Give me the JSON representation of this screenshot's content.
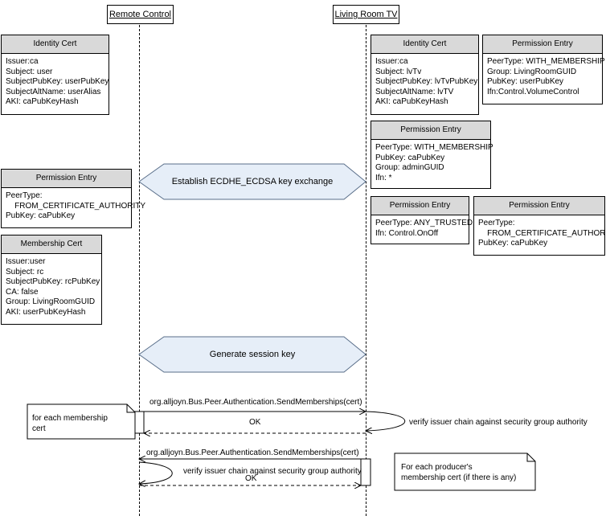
{
  "actors": {
    "remote": "Remote Control",
    "tv": "Living Room TV"
  },
  "cards": [
    {
      "id": "rc-identity",
      "title": "Identity Cert",
      "lines": [
        "Issuer:ca",
        "Subject: user",
        "SubjectPubKey: userPubKey",
        "SubjectAltName: userAlias",
        "AKI: caPubKeyHash"
      ]
    },
    {
      "id": "rc-permission",
      "title": "Permission Entry",
      "lines": [
        "PeerType:",
        "    FROM_CERTIFICATE_AUTHORITY",
        "PubKey: caPubKey"
      ]
    },
    {
      "id": "rc-membership",
      "title": "Membership Cert",
      "lines": [
        "Issuer:user",
        "Subject: rc",
        "SubjectPubKey: rcPubKey",
        "CA: false",
        "Group: LivingRoomGUID",
        "AKI: userPubKeyHash"
      ]
    },
    {
      "id": "tv-identity",
      "title": "Identity Cert",
      "lines": [
        "Issuer:ca",
        "Subject: lvTv",
        "SubjectPubKey: lvTvPubKey",
        "SubjectAltName: lvTV",
        "AKI: caPubKeyHash"
      ]
    },
    {
      "id": "tv-perm-membership-user",
      "title": "Permission Entry",
      "lines": [
        "PeerType: WITH_MEMBERSHIP",
        "Group: LivingRoomGUID",
        "PubKey: userPubKey",
        "Ifn:Control.VolumeControl"
      ]
    },
    {
      "id": "tv-perm-membership-admin",
      "title": "Permission Entry",
      "lines": [
        "PeerType: WITH_MEMBERSHIP",
        "PubKey: caPubKey",
        "Group: adminGUID",
        "Ifn: *"
      ]
    },
    {
      "id": "tv-perm-any",
      "title": "Permission Entry",
      "lines": [
        "PeerType: ANY_TRUSTED",
        "Ifn: Control.OnOff"
      ]
    },
    {
      "id": "tv-perm-ca",
      "title": "Permission Entry",
      "lines": [
        "PeerType:",
        "    FROM_CERTIFICATE_AUTHORITY",
        "PubKey: caPubKey"
      ]
    }
  ],
  "banners": {
    "key_exchange": "Establish ECDHE_ECDSA key exchange",
    "session_key": "Generate session key"
  },
  "messages": {
    "send1": "org.alljoyn.Bus.Peer.Authentication.SendMemberships(cert)",
    "ok1": "OK",
    "verify1": "verify issuer chain against security group authority",
    "send2": "org.alljoyn.Bus.Peer.Authentication.SendMemberships(cert)",
    "verify2": "verify issuer chain against security group authority",
    "ok2": "OK"
  },
  "notes": {
    "left": [
      "for each membership",
      "cert"
    ],
    "right": [
      "For each producer's",
      "membership cert (if there is any)"
    ]
  }
}
